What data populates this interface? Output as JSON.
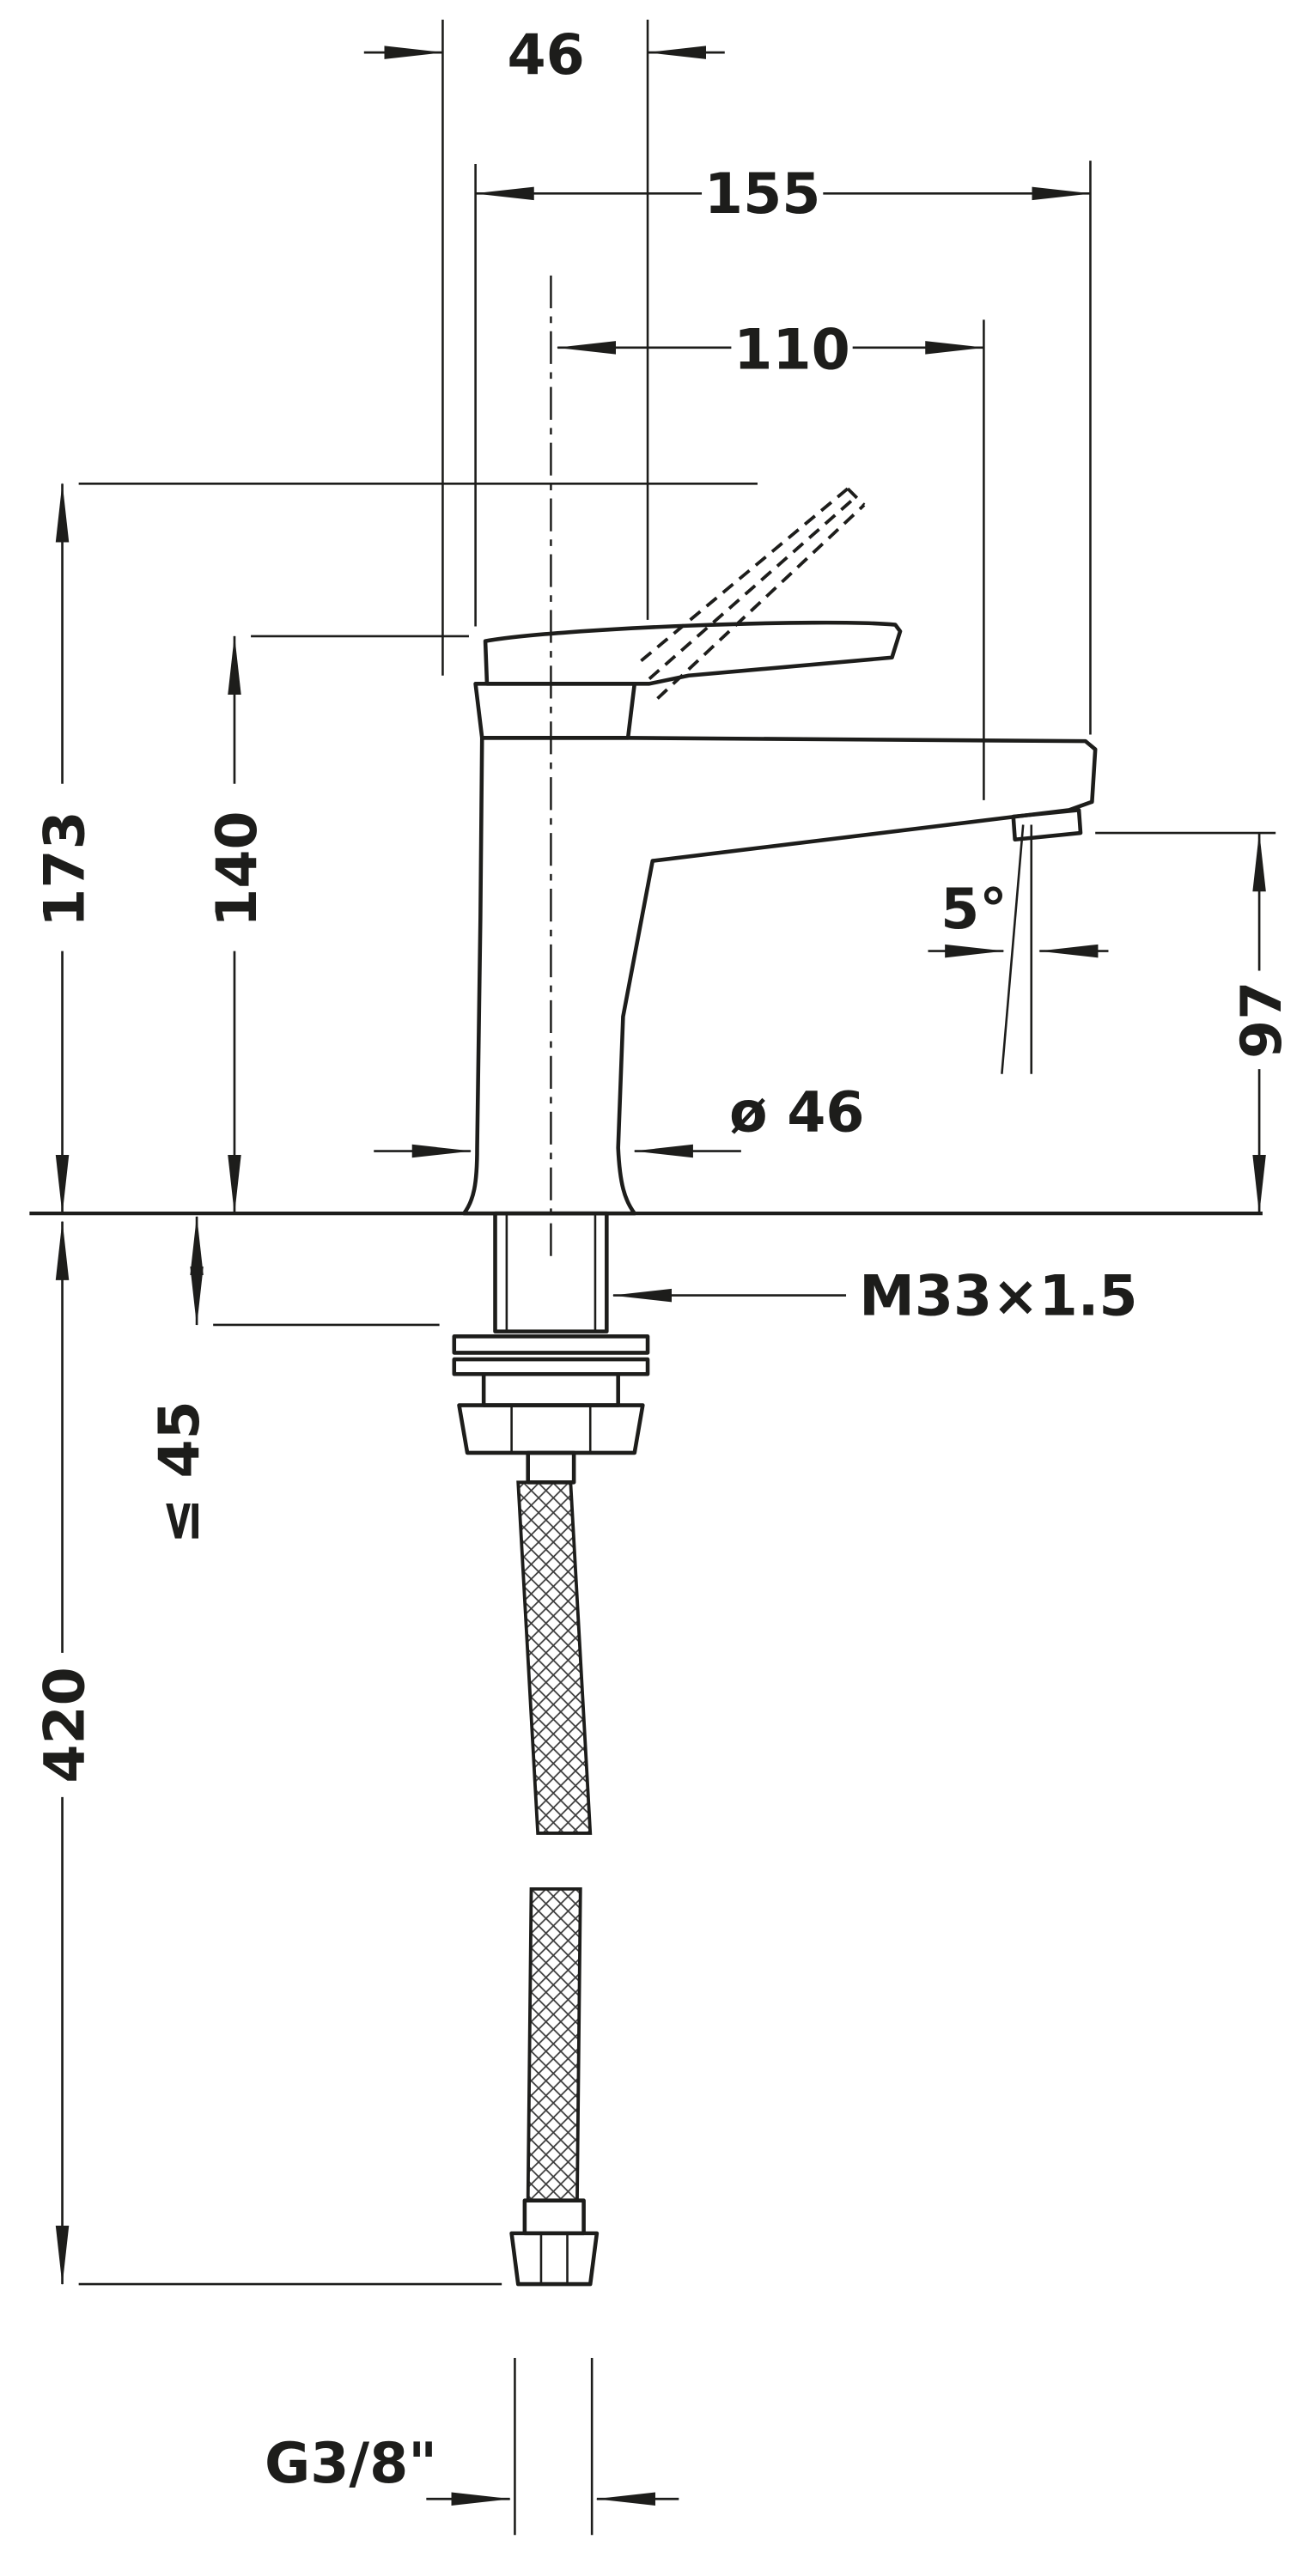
{
  "labels": {
    "dim_handle_width": "46",
    "dim_overall_reach": "155",
    "dim_spout_reach": "110",
    "dim_height_total": "173",
    "dim_height_handle": "140",
    "dim_spray_angle": "5°",
    "dim_spout_height": "97",
    "dim_base_diameter": "ø 46",
    "dim_thread": "M33×1.5",
    "dim_max_deck_thickness": "≤ 45",
    "dim_hose_length": "420",
    "dim_connection": "G3/8\""
  },
  "colors": {
    "line": "#1d1d1b",
    "background": "#ffffff"
  }
}
